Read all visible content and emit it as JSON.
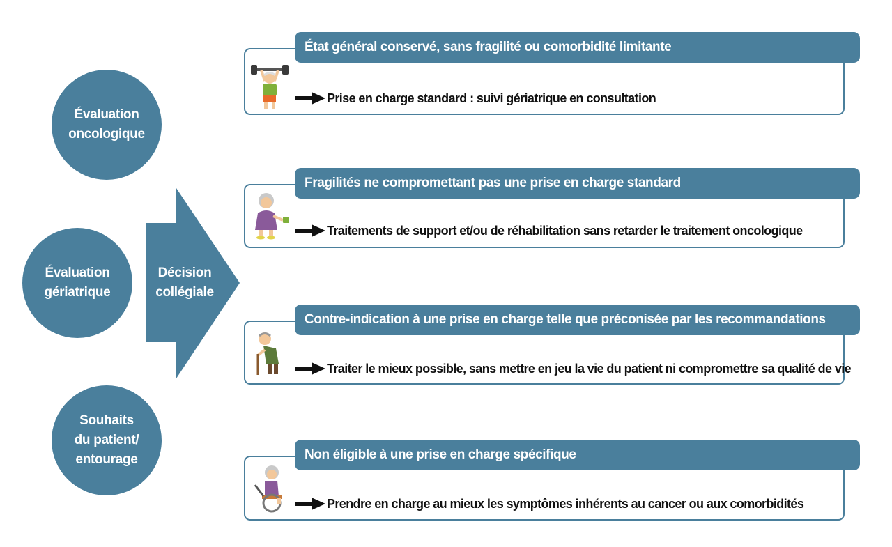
{
  "inputs": [
    {
      "label": "Évaluation\noncologique"
    },
    {
      "label": "Évaluation\ngériatrique"
    },
    {
      "label": "Souhaits\ndu patient/\nentourage"
    }
  ],
  "decision": {
    "label": "Décision\ncollégiale"
  },
  "outcomes": [
    {
      "title": "État général conservé, sans fragilité ou comorbidité limitante",
      "action": "Prise en charge standard : suivi gériatrique en consultation",
      "icon": "weightlifter-icon"
    },
    {
      "title": "Fragilités ne compromettant pas une prise en charge standard",
      "action": "Traitements de support et/ou de réhabilitation sans retarder le traitement oncologique",
      "icon": "elderly-woman-cup-icon"
    },
    {
      "title": "Contre-indication à une prise en charge telle que préconisée par les recommandations",
      "action": "Traiter le mieux possible, sans mettre en jeu la vie du patient ni compromettre sa qualité de vie",
      "icon": "elderly-man-cane-icon"
    },
    {
      "title": "Non éligible à une prise en charge spécifique",
      "action": "Prendre en charge au mieux les symptômes inhérents au cancer ou aux comorbidités",
      "icon": "wheelchair-icon"
    }
  ],
  "colors": {
    "accent": "#4a7f9c",
    "text": "#111111",
    "background": "#ffffff"
  }
}
